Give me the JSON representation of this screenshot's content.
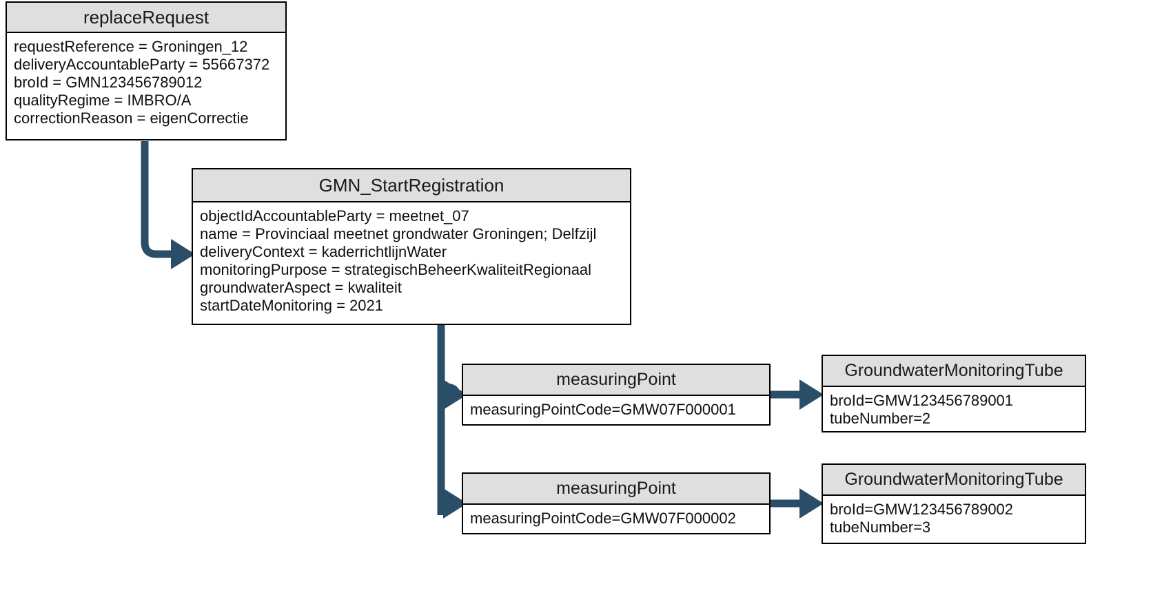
{
  "diagram": {
    "type": "uml-object-diagram",
    "background_color": "#ffffff",
    "box_header_color": "#dfdfdf",
    "box_border_color": "#000000",
    "connector_color": "#2a4d68"
  },
  "boxes": [
    {
      "id": "replaceRequest",
      "title": "replaceRequest",
      "attributes": [
        "requestReference = Groningen_12",
        "deliveryAccountableParty = 55667372",
        "broId = GMN123456789012",
        "qualityRegime = IMBRO/A",
        "correctionReason = eigenCorrectie"
      ]
    },
    {
      "id": "GMN_StartRegistration",
      "title": "GMN_StartRegistration",
      "attributes": [
        "objectIdAccountableParty = meetnet_07",
        "name = Provinciaal meetnet grondwater Groningen; Delfzijl",
        "deliveryContext = kaderrichtlijnWater",
        "monitoringPurpose = strategischBeheerKwaliteitRegionaal",
        "groundwaterAspect = kwaliteit",
        "startDateMonitoring = 2021"
      ]
    },
    {
      "id": "measuringPoint1",
      "title": "measuringPoint",
      "attributes": [
        "measuringPointCode=GMW07F000001"
      ]
    },
    {
      "id": "measuringPoint2",
      "title": "measuringPoint",
      "attributes": [
        "measuringPointCode=GMW07F000002"
      ]
    },
    {
      "id": "GroundwaterMonitoringTube1",
      "title": "GroundwaterMonitoringTube",
      "attributes": [
        "broId=GMW123456789001",
        "tubeNumber=2"
      ]
    },
    {
      "id": "GroundwaterMonitoringTube2",
      "title": "GroundwaterMonitoringTube",
      "attributes": [
        "broId=GMW123456789002",
        "tubeNumber=3"
      ]
    }
  ],
  "connections": [
    {
      "from": "replaceRequest",
      "to": "GMN_StartRegistration"
    },
    {
      "from": "GMN_StartRegistration",
      "to": "measuringPoint1"
    },
    {
      "from": "GMN_StartRegistration",
      "to": "measuringPoint2"
    },
    {
      "from": "measuringPoint1",
      "to": "GroundwaterMonitoringTube1"
    },
    {
      "from": "measuringPoint2",
      "to": "GroundwaterMonitoringTube2"
    }
  ]
}
